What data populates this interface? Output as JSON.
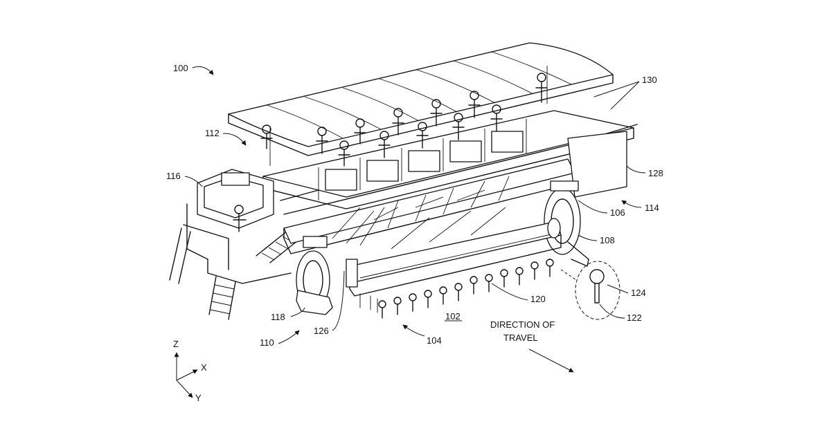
{
  "labels": {
    "l100": "100",
    "l112": "112",
    "l116": "116",
    "l130": "130",
    "l128": "128",
    "l114": "114",
    "l106": "106",
    "l108": "108",
    "l124": "124",
    "l122": "122",
    "l120": "120",
    "l102": "102",
    "l104": "104",
    "l126": "126",
    "l118": "118",
    "l110": "110"
  },
  "direction": {
    "line1": "DIRECTION OF",
    "line2": "TRAVEL"
  },
  "axes": {
    "z": "Z",
    "x": "X",
    "y": "Y"
  }
}
